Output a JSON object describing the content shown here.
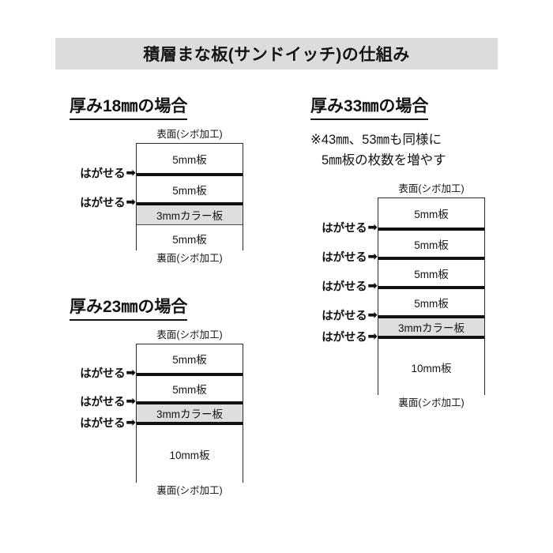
{
  "page": {
    "title": "積層まな板(サンドイッチ)の仕組み",
    "background_color": "#ffffff",
    "banner_color": "#dcdcdc",
    "color_layer_fill": "#dedede",
    "line_color": "#111111"
  },
  "labels": {
    "front_face": "表面(シボ加工)",
    "back_face": "裏面(シボ加工)",
    "peelable": "はがせる",
    "arrow_glyph": "➡"
  },
  "sections": [
    {
      "id": "thickness-18",
      "heading": "厚み18㎜の場合",
      "note": null,
      "top_label": "表面(シボ加工)",
      "bottom_label": "裏面(シボ加工)",
      "layers": [
        {
          "label": "5mm板",
          "type": "plain",
          "peelable_above": false
        },
        {
          "label": "5mm板",
          "type": "plain",
          "peelable_above": true
        },
        {
          "label": "3mmカラー板",
          "type": "color",
          "peelable_above": true
        },
        {
          "label": "5mm板",
          "type": "plain",
          "peelable_above": false
        }
      ]
    },
    {
      "id": "thickness-23",
      "heading": "厚み23㎜の場合",
      "note": null,
      "top_label": "表面(シボ加工)",
      "bottom_label": "裏面(シボ加工)",
      "layers": [
        {
          "label": "5mm板",
          "type": "plain",
          "peelable_above": false
        },
        {
          "label": "5mm板",
          "type": "plain",
          "peelable_above": true
        },
        {
          "label": "3mmカラー板",
          "type": "color",
          "peelable_above": true
        },
        {
          "label": "10mm板",
          "type": "plain",
          "peelable_above": true
        }
      ]
    },
    {
      "id": "thickness-33",
      "heading": "厚み33㎜の場合",
      "note_line_1": "※43㎜、53㎜も同様に",
      "note_line_2": "5㎜板の枚数を増やす",
      "top_label": "表面(シボ加工)",
      "bottom_label": "裏面(シボ加工)",
      "layers": [
        {
          "label": "5mm板",
          "type": "plain",
          "peelable_above": false
        },
        {
          "label": "5mm板",
          "type": "plain",
          "peelable_above": true
        },
        {
          "label": "5mm板",
          "type": "plain",
          "peelable_above": true
        },
        {
          "label": "5mm板",
          "type": "plain",
          "peelable_above": true
        },
        {
          "label": "3mmカラー板",
          "type": "color",
          "peelable_above": true
        },
        {
          "label": "10mm板",
          "type": "plain",
          "peelable_above": true
        }
      ]
    }
  ]
}
